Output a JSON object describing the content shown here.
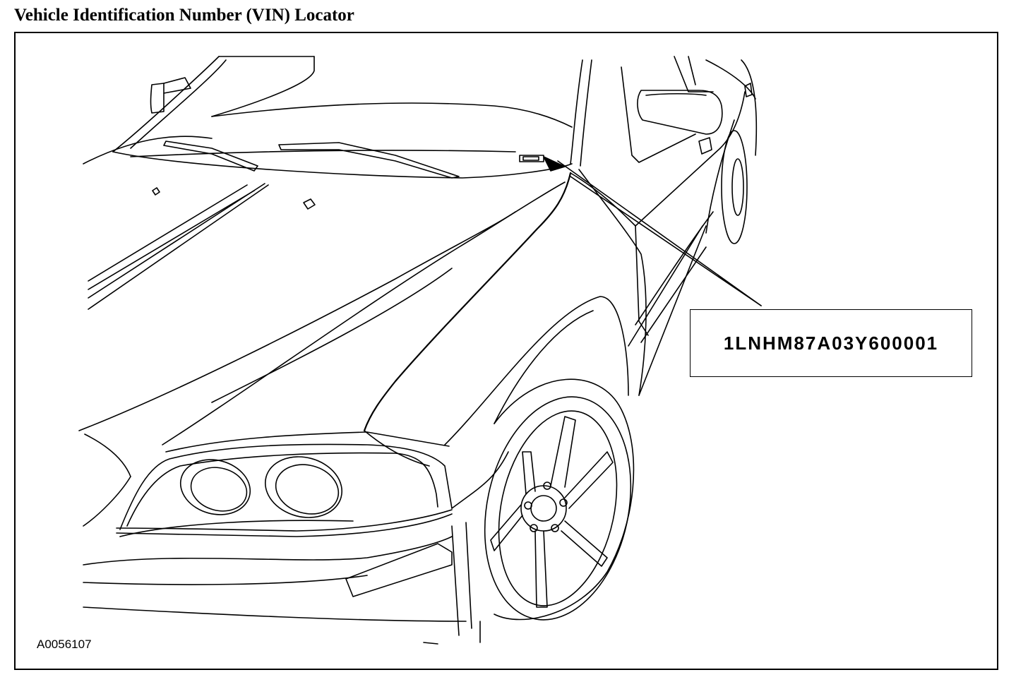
{
  "title": "Vehicle Identification Number (VIN) Locator",
  "vin_callout": "1LNHM87A03Y600001",
  "figure_id": "A0056107"
}
